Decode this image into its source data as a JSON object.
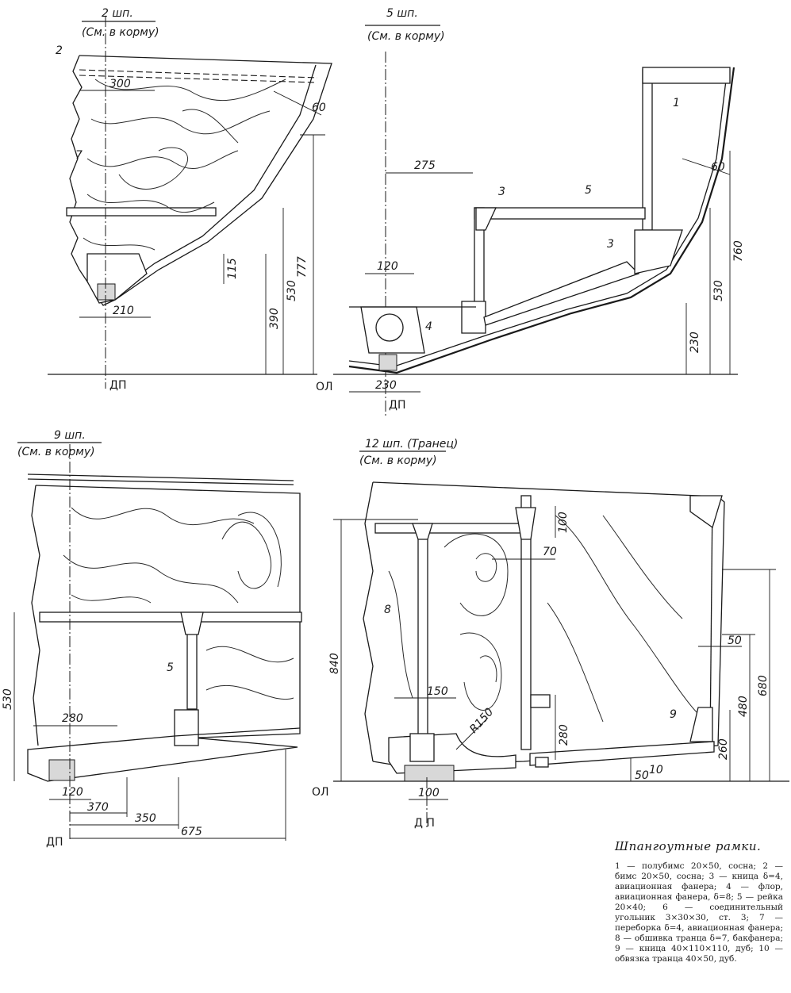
{
  "sections": {
    "frame2": {
      "title": "2 шп.",
      "subtitle": "(См. в корму)"
    },
    "frame5": {
      "title": "5 шп.",
      "subtitle": "(См. в корму)"
    },
    "frame9": {
      "title": "9 шп.",
      "subtitle": "(См. в корму)"
    },
    "frame12": {
      "title": "12 шп. (Транец)",
      "subtitle": "(См. в корму)"
    }
  },
  "dimensions": {
    "frame2": [
      "300",
      "60",
      "115",
      "210",
      "390",
      "530",
      "777"
    ],
    "frame5": [
      "275",
      "60",
      "120",
      "230",
      "230",
      "530",
      "760"
    ],
    "frame9": [
      "530",
      "280",
      "120",
      "370",
      "350",
      "675"
    ],
    "frame12": [
      "100",
      "70",
      "840",
      "150",
      "R150",
      "280",
      "100",
      "50",
      "680",
      "480",
      "260",
      "50"
    ]
  },
  "markers": {
    "centerline": "ДП",
    "centerline_spaced": "Д П",
    "baseline": "ОЛ"
  },
  "part_numbers": {
    "frame2": [
      "2",
      "7"
    ],
    "frame5": [
      "1",
      "3",
      "5",
      "3",
      "4"
    ],
    "frame9": [
      "5"
    ],
    "frame12": [
      "8",
      "9",
      "10"
    ]
  },
  "caption": {
    "title": "Шпангоутные рамки.",
    "legend": "1 — полубимс 20×50, сосна; 2 — бимс 20×50, сосна; 3 — кница δ=4, авиационная фанера; 4 — флор, авиационная фанера, δ=8; 5 — рейка 20×40; 6 — соединительный угольник 3×30×30, ст. 3; 7 — переборка δ=4, авиационная фанера; 8 — обшивка транца δ=7, бакфанера; 9 — кница 40×110×110, дуб; 10 — обвязка транца 40×50, дуб."
  }
}
